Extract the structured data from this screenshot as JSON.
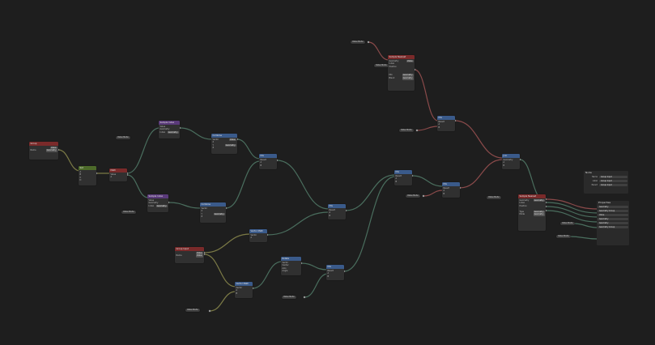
{
  "colors": {
    "background": "#1e1e1e",
    "node_body": "#303030",
    "header_red": "#7a2a2a",
    "header_green": "#4d6a2a",
    "header_purple": "#5a3a7a",
    "header_blue": "#3a5a8a",
    "wire_green": "#4a6e5e",
    "wire_olive": "#7b7a46",
    "wire_red": "#8a4a4a",
    "socket_gray": "#9a9a9a",
    "socket_green": "#8dd16a",
    "socket_purple": "#9a7ad8",
    "socket_yellow": "#d8c24a"
  },
  "nodes": [
    {
      "id": "n-source",
      "title": "Group",
      "hdr": "red",
      "rows": [
        {
          "l": "",
          "r": "Value"
        },
        {
          "l": "Name",
          "r": "Geometry"
        }
      ]
    },
    {
      "id": "n-pos",
      "title": "Set",
      "hdr": "green",
      "rows": [
        {
          "l": "A",
          "r": ""
        },
        {
          "l": "B",
          "r": ""
        },
        {
          "l": "C",
          "r": ""
        },
        {
          "l": "D",
          "r": ""
        }
      ]
    },
    {
      "id": "n-math1",
      "title": "Math",
      "hdr": "red",
      "rows": [
        {
          "l": "Value",
          "r": ""
        },
        {
          "l": "A",
          "r": ""
        }
      ]
    },
    {
      "id": "n-sample1",
      "title": "Sample Index",
      "hdr": "purple",
      "rows": [
        {
          "l": "Value",
          "r": ""
        },
        {
          "l": "Geometry",
          "r": ""
        },
        {
          "l": "Index",
          "r": "Geometry"
        }
      ]
    },
    {
      "id": "n-combine1",
      "title": "Combine",
      "hdr": "blue",
      "rows": [
        {
          "l": "Vector",
          "r": "Value"
        },
        {
          "l": "X",
          "r": ""
        },
        {
          "l": "Y",
          "r": "Geometry"
        },
        {
          "l": "Z",
          "r": ""
        }
      ]
    },
    {
      "id": "n-sample2",
      "title": "Sample Index",
      "hdr": "purple",
      "rows": [
        {
          "l": "Value",
          "r": ""
        },
        {
          "l": "Geometry",
          "r": ""
        },
        {
          "l": "Index",
          "r": "Geometry"
        }
      ]
    },
    {
      "id": "n-combine2",
      "title": "Combine",
      "hdr": "blue",
      "rows": [
        {
          "l": "Vector",
          "r": ""
        },
        {
          "l": "X",
          "r": ""
        },
        {
          "l": "Y",
          "r": "Geometry"
        },
        {
          "l": "Z",
          "r": ""
        }
      ]
    },
    {
      "id": "n-mix1",
      "title": "Mix",
      "hdr": "blue",
      "rows": [
        {
          "l": "Result",
          "r": ""
        },
        {
          "l": "A",
          "r": ""
        },
        {
          "l": "B",
          "r": ""
        }
      ]
    },
    {
      "id": "n-mix2",
      "title": "Mix",
      "hdr": "blue",
      "rows": [
        {
          "l": "Result",
          "r": ""
        },
        {
          "l": "A",
          "r": ""
        },
        {
          "l": "B",
          "r": ""
        }
      ]
    },
    {
      "id": "n-input2",
      "title": "Group Input",
      "hdr": "red",
      "rows": [
        {
          "l": "",
          "r": "Value"
        },
        {
          "l": "Name",
          "r": "Value"
        }
      ]
    },
    {
      "id": "n-vecmath1",
      "title": "Vector Math",
      "hdr": "blue",
      "rows": [
        {
          "l": "Vector",
          "r": ""
        },
        {
          "l": "A",
          "r": ""
        }
      ]
    },
    {
      "id": "n-vecmath2",
      "title": "Vector Math",
      "hdr": "blue",
      "rows": [
        {
          "l": "Vector",
          "r": ""
        },
        {
          "l": "A",
          "r": ""
        },
        {
          "l": "B",
          "r": ""
        }
      ]
    },
    {
      "id": "n-rotate",
      "title": "Rotate",
      "hdr": "blue",
      "rows": [
        {
          "l": "Vector",
          "r": ""
        },
        {
          "l": "Center",
          "r": ""
        },
        {
          "l": "Axis",
          "r": ""
        },
        {
          "l": "Angle",
          "r": ""
        }
      ]
    },
    {
      "id": "n-mix3",
      "title": "Mix",
      "hdr": "blue",
      "rows": [
        {
          "l": "Result",
          "r": ""
        },
        {
          "l": "A",
          "r": ""
        },
        {
          "l": "B",
          "r": ""
        }
      ]
    },
    {
      "id": "n-mix4",
      "title": "Mix",
      "hdr": "blue",
      "rows": [
        {
          "l": "Result",
          "r": ""
        },
        {
          "l": "A",
          "r": ""
        },
        {
          "l": "B",
          "r": ""
        }
      ]
    },
    {
      "id": "n-mix5",
      "title": "Mix",
      "hdr": "blue",
      "rows": [
        {
          "l": "Result",
          "r": ""
        },
        {
          "l": "A",
          "r": ""
        },
        {
          "l": "B",
          "r": ""
        }
      ]
    },
    {
      "id": "n-mix6",
      "title": "Mix",
      "hdr": "blue",
      "rows": [
        {
          "l": "Result",
          "r": ""
        },
        {
          "l": "A",
          "r": ""
        },
        {
          "l": "B",
          "r": ""
        }
      ]
    },
    {
      "id": "n-top",
      "title": "Sample Nearest",
      "hdr": "red",
      "rows": [
        {
          "l": "Geometry",
          "r": "Value"
        },
        {
          "l": "Index",
          "r": ""
        },
        {
          "l": "Position",
          "r": ""
        },
        {
          "l": "",
          "r": ""
        },
        {
          "l": "",
          "r": ""
        },
        {
          "l": "Mix",
          "r": "Geometry"
        },
        {
          "l": "Blend",
          "r": "Geometry"
        }
      ]
    },
    {
      "id": "n-mix7",
      "title": "Mix",
      "hdr": "blue",
      "rows": [
        {
          "l": "Result",
          "r": ""
        },
        {
          "l": "A",
          "r": ""
        },
        {
          "l": "B",
          "r": ""
        }
      ]
    },
    {
      "id": "n-join",
      "title": "Join",
      "hdr": "blue",
      "rows": [
        {
          "l": "Geometry",
          "r": ""
        },
        {
          "l": "A",
          "r": ""
        },
        {
          "l": "B",
          "r": ""
        }
      ]
    },
    {
      "id": "n-output",
      "title": "Sample Nearest",
      "hdr": "red",
      "rows": [
        {
          "l": "Geometry",
          "r": "Geometry"
        },
        {
          "l": "Index",
          "r": ""
        },
        {
          "l": "Position",
          "r": ""
        },
        {
          "l": "",
          "r": ""
        },
        {
          "l": "Type",
          "r": "Geometry"
        },
        {
          "l": "Mode",
          "r": "Geometry"
        }
      ]
    }
  ],
  "value_pills": [
    {
      "id": "v-top",
      "text": "Value Node"
    },
    {
      "id": "v-a",
      "text": "Value Node"
    },
    {
      "id": "v-b",
      "text": "Value Node"
    },
    {
      "id": "v-c",
      "text": "Value Node"
    },
    {
      "id": "v-d",
      "text": "Value Node"
    },
    {
      "id": "v-e",
      "text": "Value Node"
    },
    {
      "id": "v-f",
      "text": "Value Node"
    },
    {
      "id": "v-g",
      "text": "Value Node"
    },
    {
      "id": "v-h",
      "text": "Value Node"
    },
    {
      "id": "v-i",
      "text": "Value Node"
    },
    {
      "id": "v-j",
      "text": "Value Node"
    }
  ],
  "panel_props": {
    "title": "Node",
    "rows": [
      {
        "label": "Name",
        "value": "Group Input"
      },
      {
        "label": "Label",
        "value": "Group Input"
      },
      {
        "label": "Parent",
        "value": "Group Input"
      }
    ]
  },
  "panel_items": {
    "title": "Properties",
    "rows": [
      {
        "label": "",
        "value": "Geometry"
      },
      {
        "label": "",
        "value": "Geometry Group"
      },
      {
        "label": "",
        "value": "Value"
      },
      {
        "label": "",
        "value": "Geometry"
      },
      {
        "label": "",
        "value": "Geometry"
      },
      {
        "label": "",
        "value": "Geometry Group"
      }
    ]
  }
}
